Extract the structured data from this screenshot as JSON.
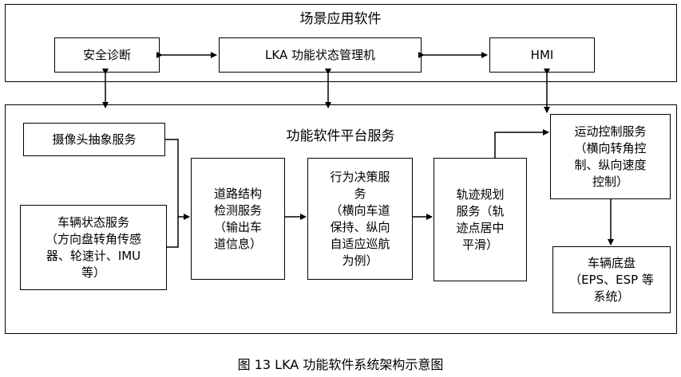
{
  "app_layer": {
    "title": "场景应用软件",
    "safety": "安全诊断",
    "lka_fsm": "LKA 功能状态管理机",
    "hmi": "HMI"
  },
  "platform": {
    "title": "功能软件平台服务",
    "camera": "摄像头抽象服务",
    "vehicle_state": "车辆状态服务\n（方向盘转角传感\n器、轮速计、IMU\n等）",
    "road": "道路结构\n检测服务\n（输出车\n道信息）",
    "decision": "行为决策服\n务\n（横向车道\n保持、纵向\n自适应巡航\n为例）",
    "trajectory": "轨迹规划\n服务（轨\n迹点居中\n平滑）",
    "motion": "运动控制服务\n（横向转角控\n制、纵向速度\n控制）",
    "chassis": "车辆底盘\n（EPS、ESP 等\n系统）"
  },
  "caption": "图  13 LKA 功能软件系统架构示意图"
}
